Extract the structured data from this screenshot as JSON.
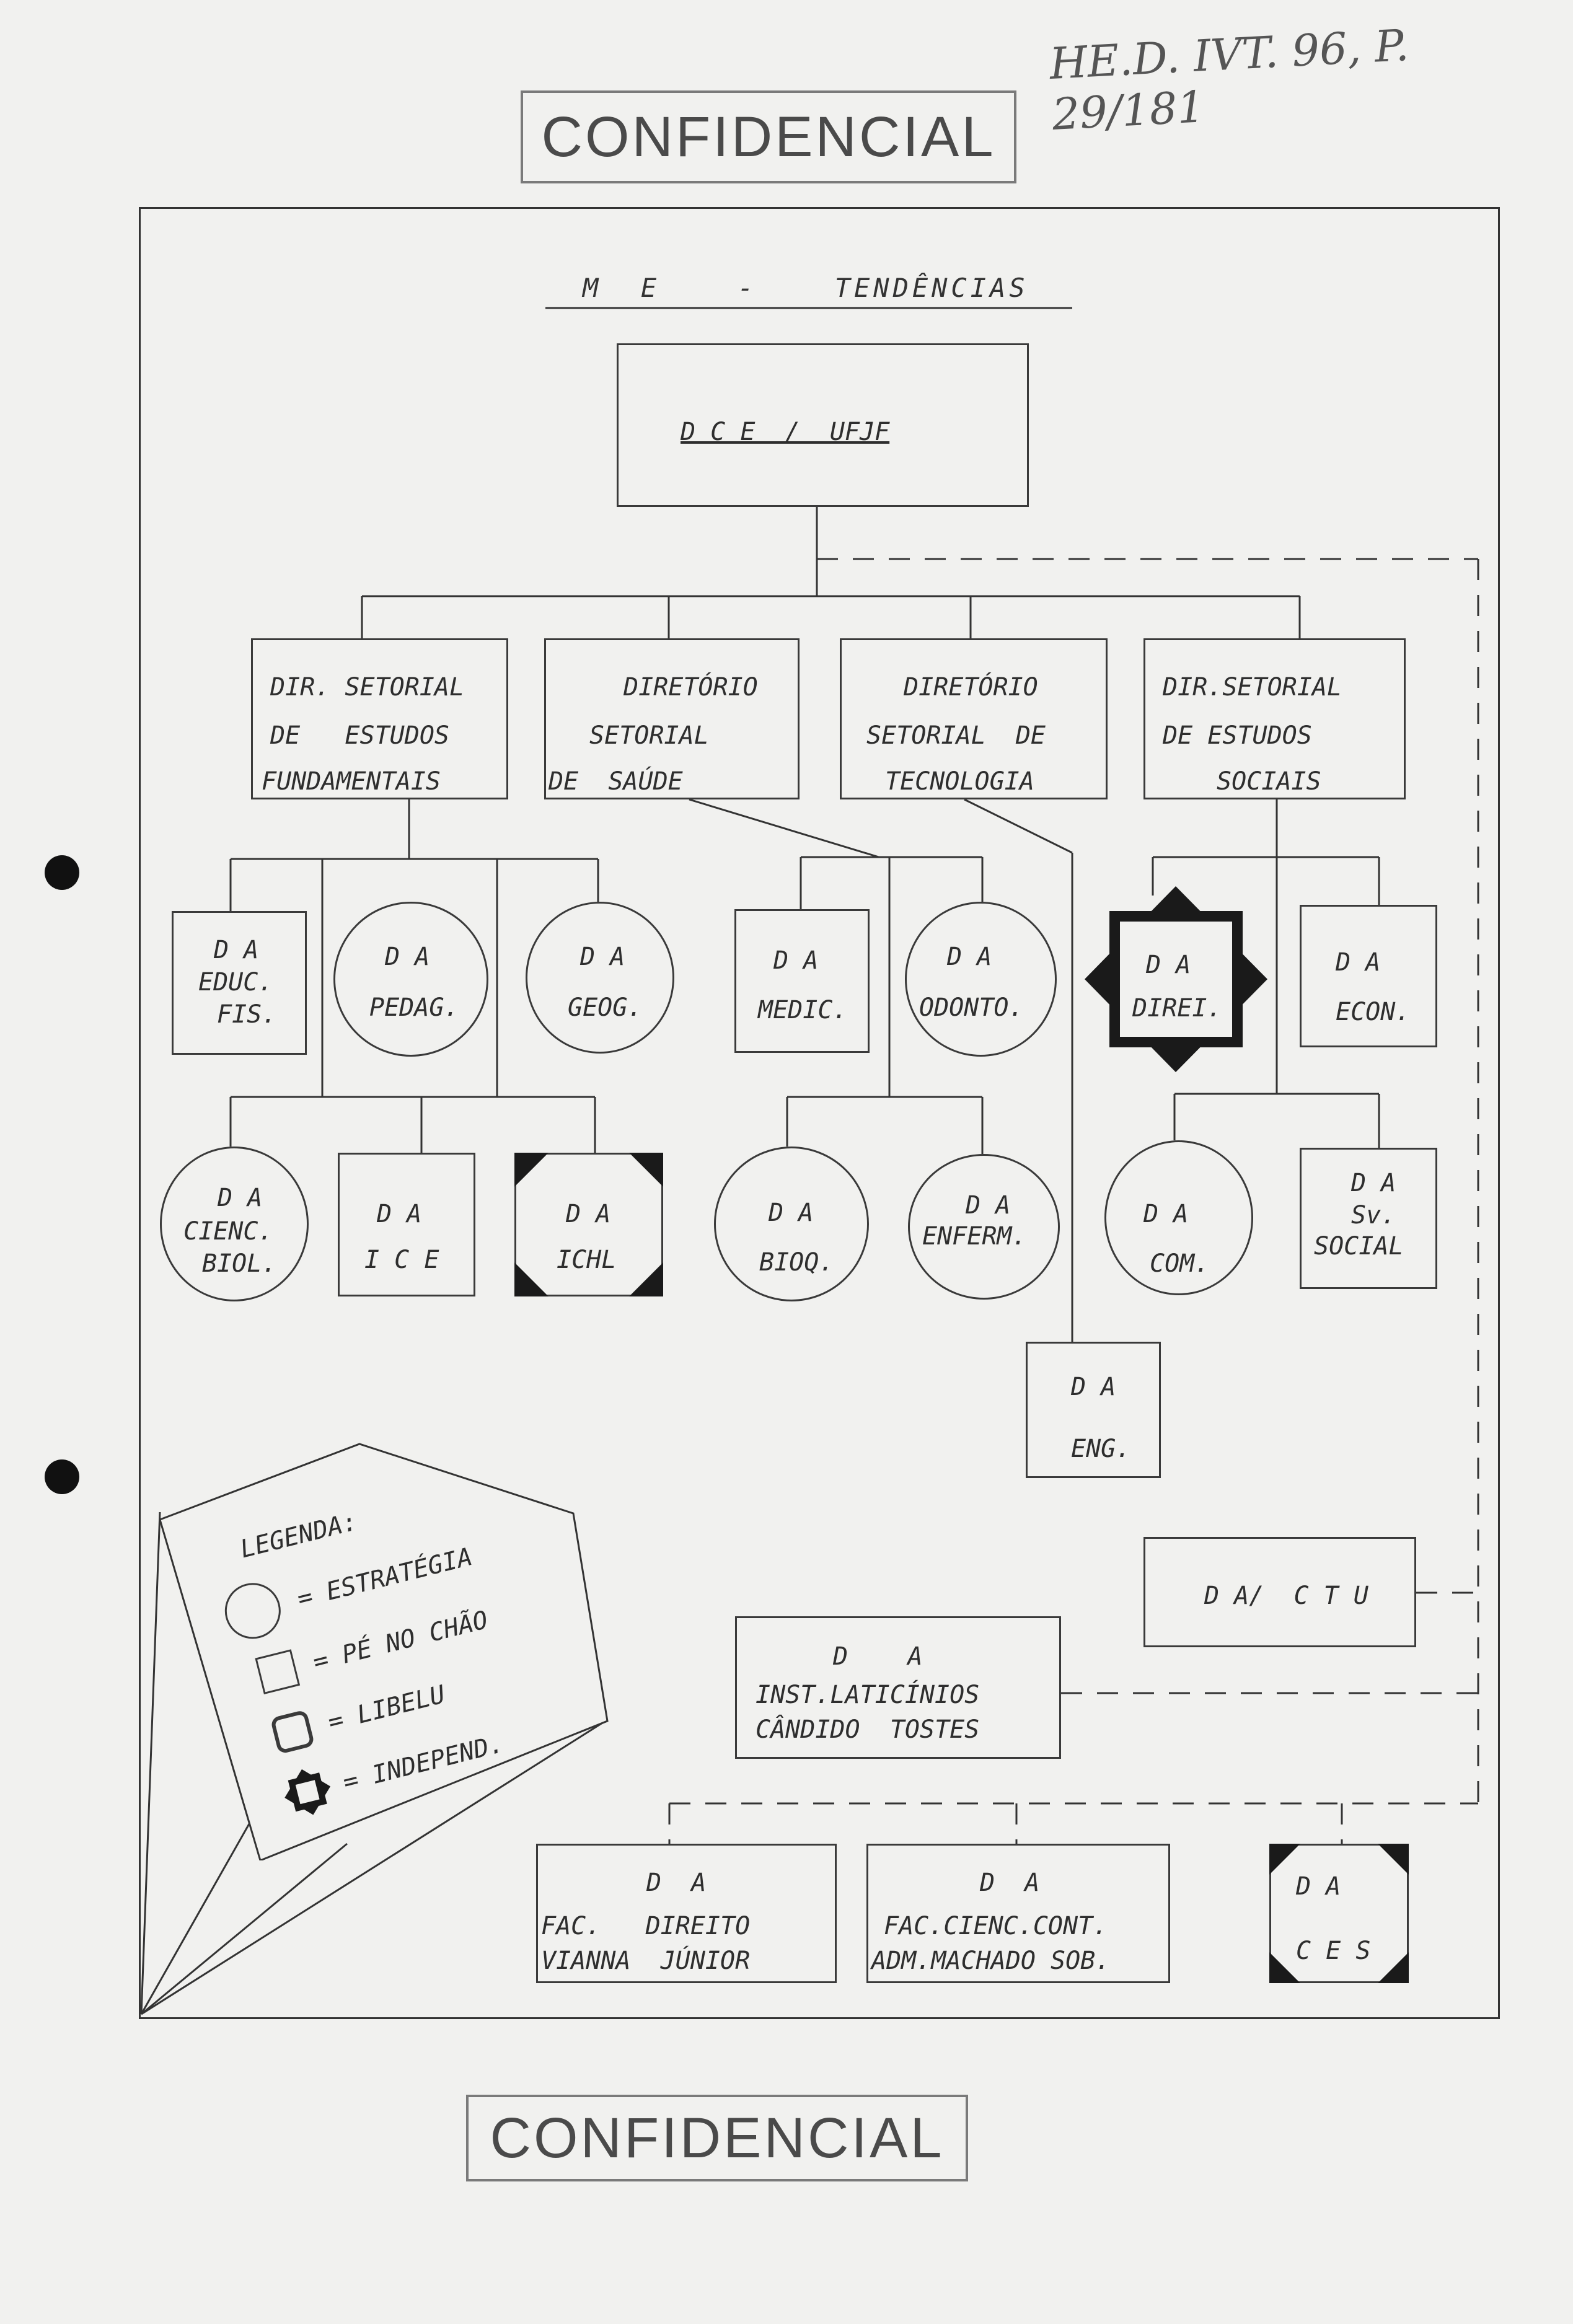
{
  "header": {
    "handwritten_ref": "HE.D. IVT. 96, P. 29/181",
    "stamp_top": "CONFIDENCIAL",
    "stamp_bottom": "CONFIDENCIAL"
  },
  "title": "M  E    -    TENDÊNCIAS",
  "root": {
    "label": "D C E  /  UFJF"
  },
  "sectors": [
    {
      "lines": [
        "DIR. SETORIAL",
        "DE   ESTUDOS",
        "FUNDAMENTAIS"
      ]
    },
    {
      "lines": [
        "DIRETÓRIO",
        "SETORIAL",
        "DE  SAÚDE"
      ]
    },
    {
      "lines": [
        "DIRETÓRIO",
        "SETORIAL  DE",
        "TECNOLOGIA"
      ]
    },
    {
      "lines": [
        "DIR.SETORIAL",
        "DE ESTUDOS",
        "SOCIAIS"
      ]
    }
  ],
  "units": {
    "educ_fis": [
      "D A",
      "EDUC.",
      "FIS."
    ],
    "pedag": [
      "D A",
      "PEDAG."
    ],
    "geog": [
      "D A",
      "GEOG."
    ],
    "medic": [
      "D A",
      "MEDIC."
    ],
    "odonto": [
      "D A",
      "ODONTO."
    ],
    "direi": [
      "D A",
      "DIREI."
    ],
    "econ": [
      "D A",
      "ECON."
    ],
    "cienc_biol": [
      "D A",
      "CIENC.",
      "BIOL."
    ],
    "ice": [
      "D A",
      "I C E"
    ],
    "ichl": [
      "D A",
      "ICHL"
    ],
    "bioq": [
      "D A",
      "BIOQ."
    ],
    "enferm": [
      "D A",
      "ENFERM."
    ],
    "com": [
      "D A",
      "COM."
    ],
    "sv_social": [
      "D A",
      "Sv.",
      "SOCIAL"
    ],
    "eng": [
      "D A",
      "ENG."
    ],
    "da_ctu": [
      "D A/  C T U"
    ],
    "laticinios": [
      "D    A",
      "INST.LATICÍNIOS",
      "CÂNDIDO  TOSTES"
    ],
    "fac_direito": [
      "D  A",
      "FAC.   DIREITO",
      "VIANNA  JÚNIOR"
    ],
    "fac_cienc": [
      "D  A",
      "FAC.CIENC.CONT.",
      "ADM.MACHADO SOB."
    ],
    "ces": [
      "D A",
      "C E S"
    ]
  },
  "legend": {
    "title": "LEGENDA:",
    "items": [
      {
        "shape": "circle",
        "text": "= ESTRATÉGIA"
      },
      {
        "shape": "square",
        "text": "= PÉ NO CHÃO"
      },
      {
        "shape": "cut-corner-square",
        "text": "= LIBELU"
      },
      {
        "shape": "star-octagon",
        "text": "= INDEPEND."
      }
    ]
  }
}
